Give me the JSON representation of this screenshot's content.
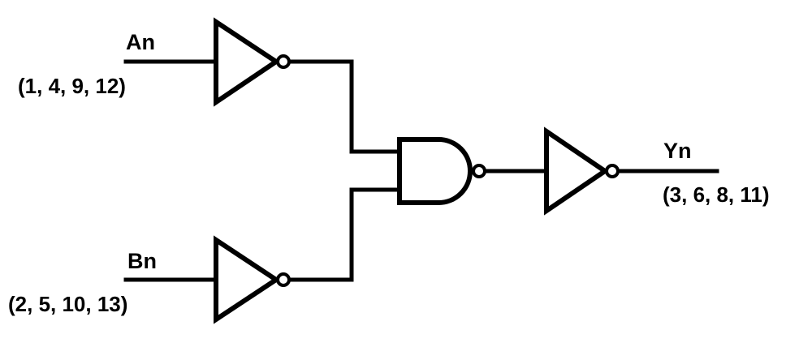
{
  "signals": {
    "input_a": {
      "name": "An",
      "pins": "(1, 4, 9, 12)"
    },
    "input_b": {
      "name": "Bn",
      "pins": "(2, 5, 10, 13)"
    },
    "output_y": {
      "name": "Yn",
      "pins": "(3, 6, 8, 11)"
    }
  },
  "gates": [
    "inverter",
    "inverter",
    "nand",
    "inverter"
  ],
  "colors": {
    "line": "#000000",
    "background": "#ffffff"
  }
}
